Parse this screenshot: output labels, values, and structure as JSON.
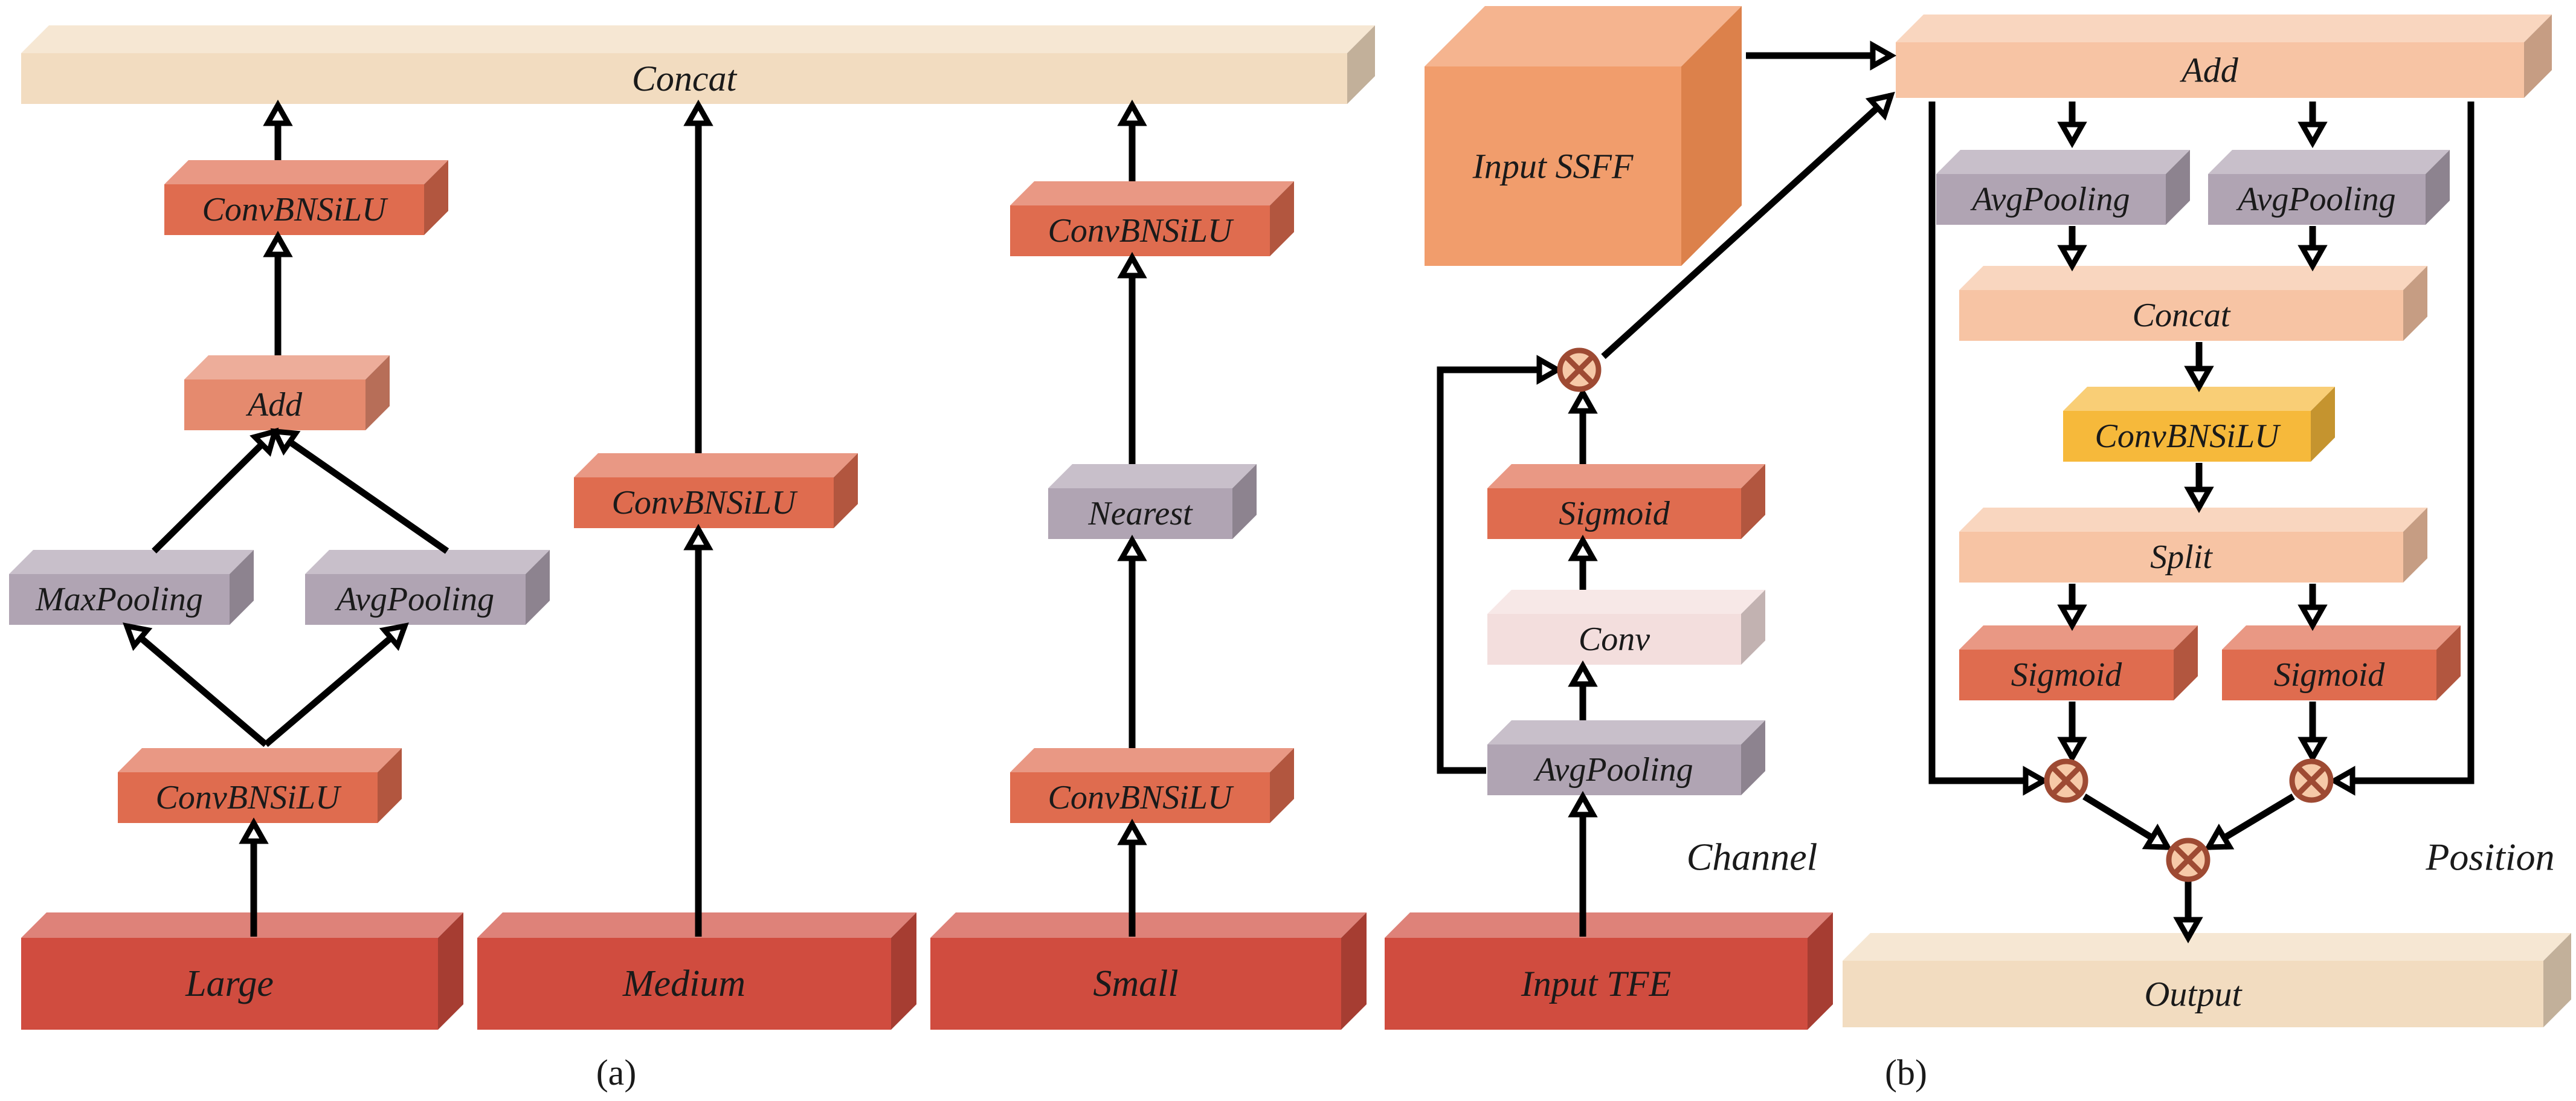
{
  "panel_a": {
    "concat": "Concat",
    "large": "Large",
    "medium": "Medium",
    "small": "Small",
    "conv_left_bottom": "ConvBNSiLU",
    "maxpool": "MaxPooling",
    "avgpool": "AvgPooling",
    "add": "Add",
    "conv_left_top": "ConvBNSiLU",
    "conv_medium": "ConvBNSiLU",
    "conv_small_bottom": "ConvBNSiLU",
    "nearest": "Nearest",
    "conv_small_top": "ConvBNSiLU",
    "caption": "(a)"
  },
  "panel_b": {
    "input_ssff": "Input SSFF",
    "input_tfe": "Input TFE",
    "avgpool_ch": "AvgPooling",
    "conv_ch": "Conv",
    "sigmoid_ch": "Sigmoid",
    "channel_label": "Channel",
    "add": "Add",
    "avgpool_left": "AvgPooling",
    "avgpool_right": "AvgPooling",
    "concat": "Concat",
    "conv_pos": "ConvBNSiLU",
    "split": "Split",
    "sigmoid_left": "Sigmoid",
    "sigmoid_right": "Sigmoid",
    "position_label": "Position",
    "output": "Output",
    "caption": "(b)"
  },
  "colors": {
    "input_red": "#d04c3f",
    "conv_red": "#df6c4f",
    "add_orange": "#e58a6e",
    "pool_gray": "#b0a4b3",
    "cream": "#f2dcc0",
    "peach": "#f7c4a4",
    "conv_pink": "#f3dedd",
    "yellow": "#f6b93b",
    "multiply": "#9e4a33"
  }
}
